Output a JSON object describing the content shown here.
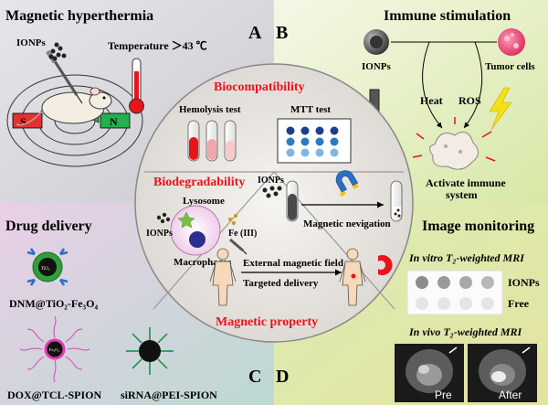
{
  "quadrants": {
    "a": {
      "letter": "A",
      "title": "Magnetic hyperthermia",
      "ionps": "IONPs",
      "temperature": "Temperature ＞43 ℃",
      "s_pole": "S",
      "n_pole": "N"
    },
    "b": {
      "letter": "B",
      "title": "Immune stimulation",
      "ionps": "IONPs",
      "tumor": "Tumor cells",
      "heat": "Heat",
      "ros": "ROS",
      "result_1": "Activate immune",
      "result_2": "system"
    },
    "c": {
      "letter": "C",
      "title": "Drug delivery",
      "dnm": "DNM@TiO₂-Fe₃O₄",
      "dnm_core": "TiO₂",
      "dox": "DOX@TCL-SPION",
      "dox_core": "Fe₃O₄",
      "sirna": "siRNA@PEI-SPION"
    },
    "d": {
      "letter": "D",
      "title": "Image monitoring",
      "invitro_prefix": "In vitro",
      "invitro_suffix": " T₂-weighted MRI",
      "ionps": "IONPs",
      "free": "Free",
      "invivo_prefix": "In vivo",
      "invivo_suffix": " T₂-weighted MRI",
      "pre": "Pre",
      "after": "After"
    }
  },
  "circle": {
    "biocompat": {
      "title": "Biocompatibility",
      "hemolysis": "Hemolysis test",
      "mtt": "MTT test"
    },
    "biodeg": {
      "title": "Biodegradability",
      "lysosome": "Lysosome",
      "ionps": "IONPs",
      "fe": "Fe (III)",
      "macrophages": "Macrophages"
    },
    "center": {
      "ionps": "IONPs",
      "navigation": "Magnetic nevigation"
    },
    "magnetic": {
      "title": "Magnetic property",
      "external": "External magnetic field",
      "targeted": "Targeted delivery"
    }
  },
  "colors": {
    "accent_red": "#e8141b",
    "green_magnet": "#22b14c",
    "red_magnet": "#e53030"
  }
}
